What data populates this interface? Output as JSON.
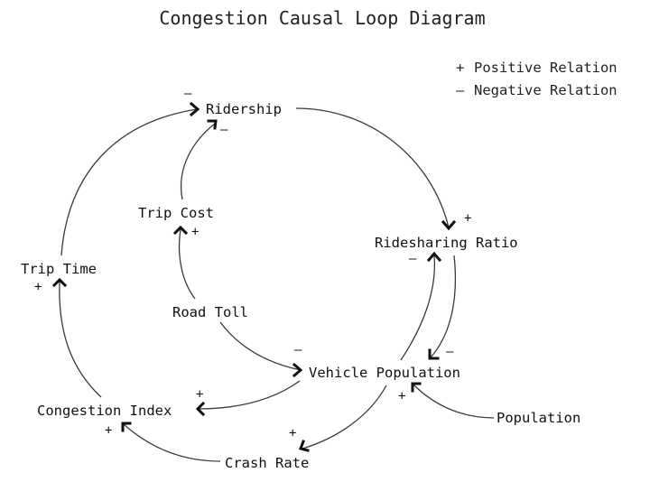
{
  "title": "Congestion Causal Loop Diagram",
  "legend": [
    {
      "symbol": "+",
      "label": "Positive Relation"
    },
    {
      "symbol": "–",
      "label": "Negative Relation"
    }
  ],
  "nodes": [
    {
      "id": "ridership",
      "label": "Ridership"
    },
    {
      "id": "trip_cost",
      "label": "Trip Cost"
    },
    {
      "id": "ridesharing_ratio",
      "label": "Ridesharing Ratio"
    },
    {
      "id": "trip_time",
      "label": "Trip Time"
    },
    {
      "id": "road_toll",
      "label": "Road Toll"
    },
    {
      "id": "vehicle_population",
      "label": "Vehicle Population"
    },
    {
      "id": "congestion_index",
      "label": "Congestion Index"
    },
    {
      "id": "population",
      "label": "Population"
    },
    {
      "id": "crash_rate",
      "label": "Crash Rate"
    }
  ],
  "edges": [
    {
      "from": "trip_time",
      "to": "ridership",
      "polarity": "–"
    },
    {
      "from": "trip_cost",
      "to": "ridership",
      "polarity": "–"
    },
    {
      "from": "ridership",
      "to": "ridesharing_ratio",
      "polarity": "+"
    },
    {
      "from": "road_toll",
      "to": "trip_cost",
      "polarity": "+"
    },
    {
      "from": "congestion_index",
      "to": "trip_time",
      "polarity": "+"
    },
    {
      "from": "vehicle_population",
      "to": "ridesharing_ratio",
      "polarity": "–"
    },
    {
      "from": "ridesharing_ratio",
      "to": "vehicle_population",
      "polarity": "–"
    },
    {
      "from": "road_toll",
      "to": "vehicle_population",
      "polarity": "–"
    },
    {
      "from": "population",
      "to": "vehicle_population",
      "polarity": "+"
    },
    {
      "from": "vehicle_population",
      "to": "congestion_index",
      "polarity": "+"
    },
    {
      "from": "vehicle_population",
      "to": "crash_rate",
      "polarity": "+"
    },
    {
      "from": "crash_rate",
      "to": "congestion_index",
      "polarity": "+"
    }
  ]
}
